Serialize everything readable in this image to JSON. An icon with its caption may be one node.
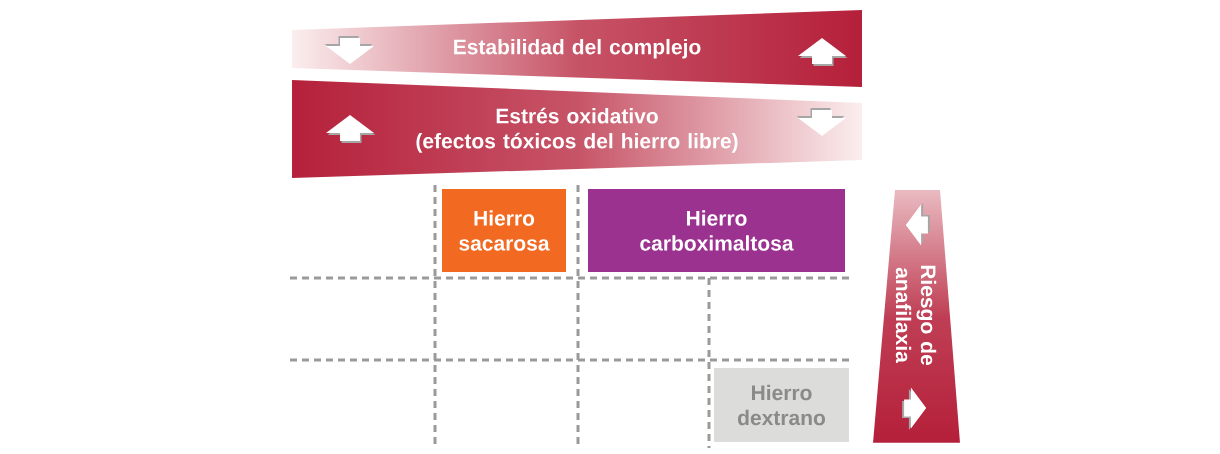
{
  "diagram": {
    "nodes": [
      {
        "text": [
          "Estabilidad del complejo"
        ]
      },
      {
        "text": [
          "Estrés oxidativo",
          "(efectos tóxicos del hierro libre)"
        ]
      },
      {
        "text": [
          "Hierro sacarosa"
        ]
      },
      {
        "text": [
          "Hierro carboximaltosa"
        ]
      },
      {
        "text": [
          "Riesgo de anafilaxia"
        ]
      },
      {
        "text": [
          "Hierro dextrano"
        ]
      }
    ]
  }
}
